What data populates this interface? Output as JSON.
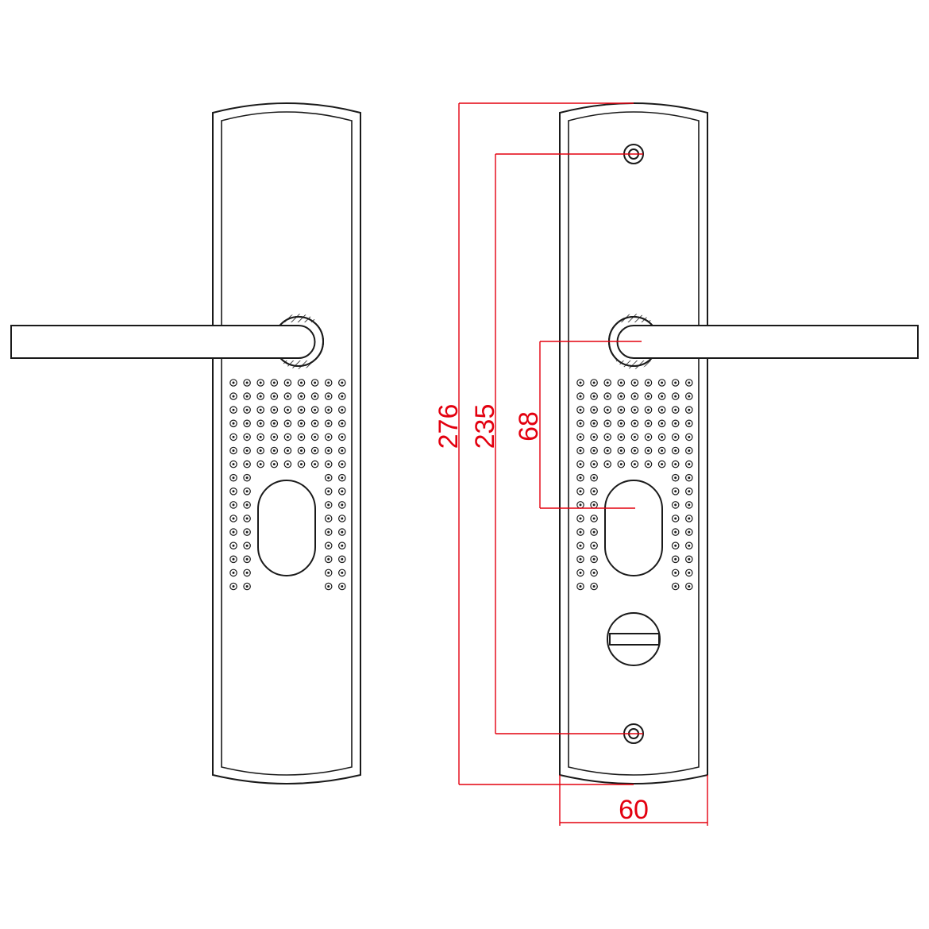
{
  "dimensions": {
    "total_height": "276",
    "screw_spacing": "235",
    "handle_to_cylinder": "68",
    "plate_width": "60"
  },
  "colors": {
    "outline": "#1a1a1a",
    "dimension": "#e3000f",
    "background": "#ffffff"
  },
  "parts": {
    "left_view": [
      "backplate",
      "lever-handle",
      "lever-rose",
      "keyhole-cutout",
      "dot-pattern"
    ],
    "right_view": [
      "backplate",
      "lever-handle",
      "lever-rose",
      "keyhole-cutout",
      "dot-pattern",
      "thumb-turn",
      "screw-hole-top",
      "screw-hole-bottom"
    ]
  }
}
